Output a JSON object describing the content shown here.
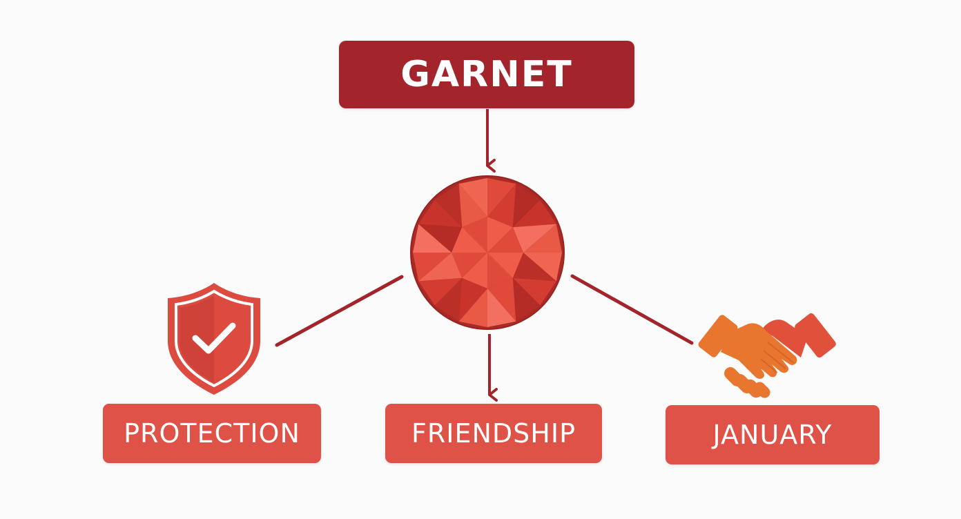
{
  "diagram": {
    "root": {
      "label": "GARNET"
    },
    "center": {
      "icon": "garnet-gem-icon"
    },
    "branches": [
      {
        "label": "PROTECTION",
        "icon": "shield-check-icon"
      },
      {
        "label": "FRIENDSHIP",
        "icon": null
      },
      {
        "label": "JANUARY",
        "icon": "handshake-icon"
      }
    ]
  },
  "colors": {
    "title_box": "#a3252b",
    "label_box": "#de5247",
    "connector": "#a3252b",
    "gem_primary": "#d63b2f",
    "shield": "#d9473e",
    "handshake_left": "#e8762f",
    "handshake_right": "#e0503a",
    "background": "#fbfbfb"
  }
}
